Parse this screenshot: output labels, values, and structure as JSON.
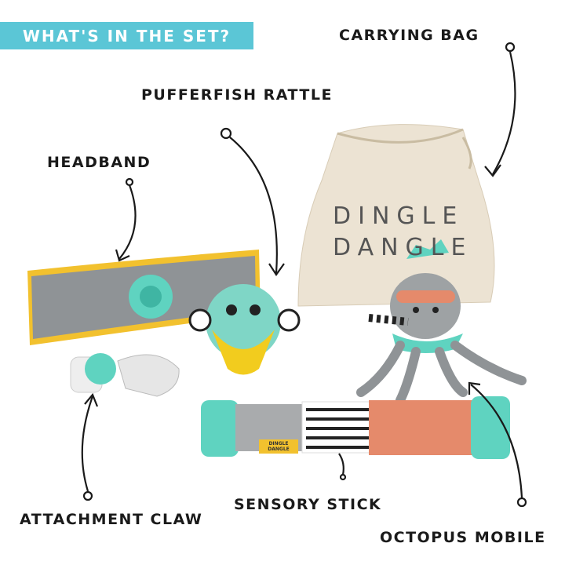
{
  "title": "WHAT'S IN THE SET?",
  "labels": {
    "carrying_bag": "CARRYING BAG",
    "pufferfish_rattle": "PUFFERFISH RATTLE",
    "headband": "HEADBAND",
    "attachment_claw": "ATTACHMENT CLAW",
    "sensory_stick": "SENSORY STICK",
    "octopus_mobile": "OCTOPUS MOBILE"
  },
  "bag_logo": [
    "DINGLE",
    "DANGLE"
  ],
  "stick_tag": "DINGLE DANGLE",
  "colors": {
    "banner": "#5bc6d6",
    "teal": "#5fd3c0",
    "yellow": "#f2c12e",
    "gray": "#8f9396",
    "bag": "#ece3d3",
    "coral": "#e58a6b"
  }
}
